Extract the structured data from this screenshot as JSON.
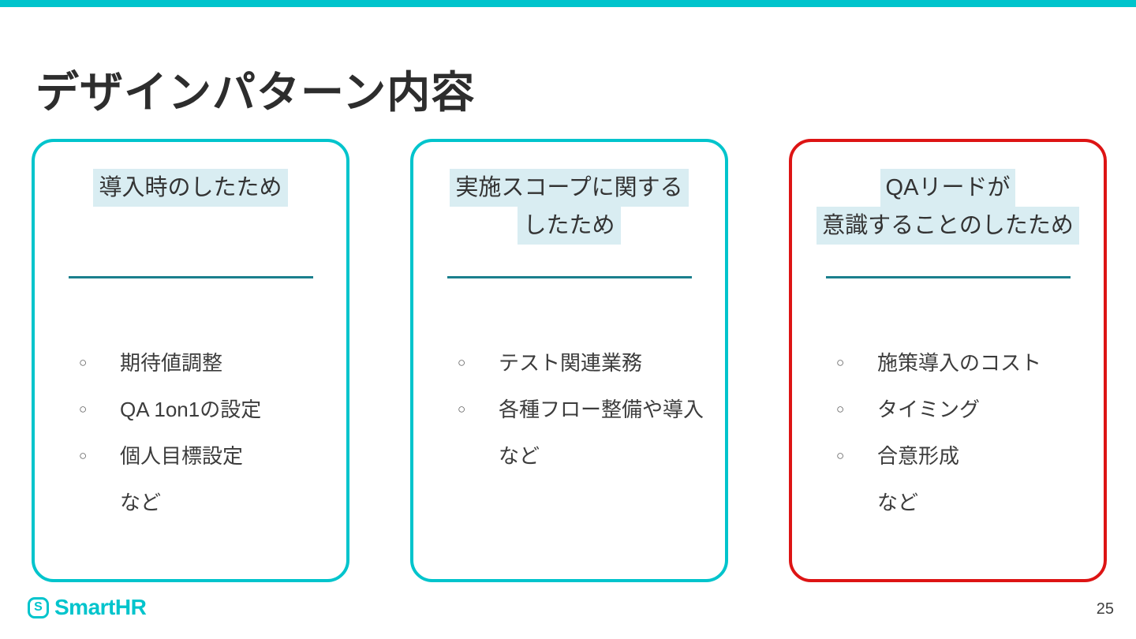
{
  "slide": {
    "title": "デザインパターン内容",
    "page_number": "25",
    "logo_text": "SmartHR",
    "logo_icon": "S"
  },
  "glyphs": {
    "bullet": "○"
  },
  "colors": {
    "accent_teal": "#00c4cc",
    "accent_red": "#dd1414",
    "highlight": "#d9edf2",
    "divider": "#1b7f8d"
  },
  "cards": [
    {
      "accent": "teal",
      "title_lines": [
        "導入時のしたため"
      ],
      "bullets": [
        "期待値調整",
        "QA 1on1の設定",
        "個人目標設定"
      ],
      "suffix": "など"
    },
    {
      "accent": "teal",
      "title_lines": [
        "実施スコープに関する",
        "したため"
      ],
      "bullets": [
        "テスト関連業務",
        "各種フロー整備や導入"
      ],
      "suffix": "など"
    },
    {
      "accent": "red",
      "title_lines": [
        "QAリードが",
        "意識することのしたため"
      ],
      "bullets": [
        "施策導入のコスト",
        "タイミング",
        "合意形成"
      ],
      "suffix": "など"
    }
  ]
}
